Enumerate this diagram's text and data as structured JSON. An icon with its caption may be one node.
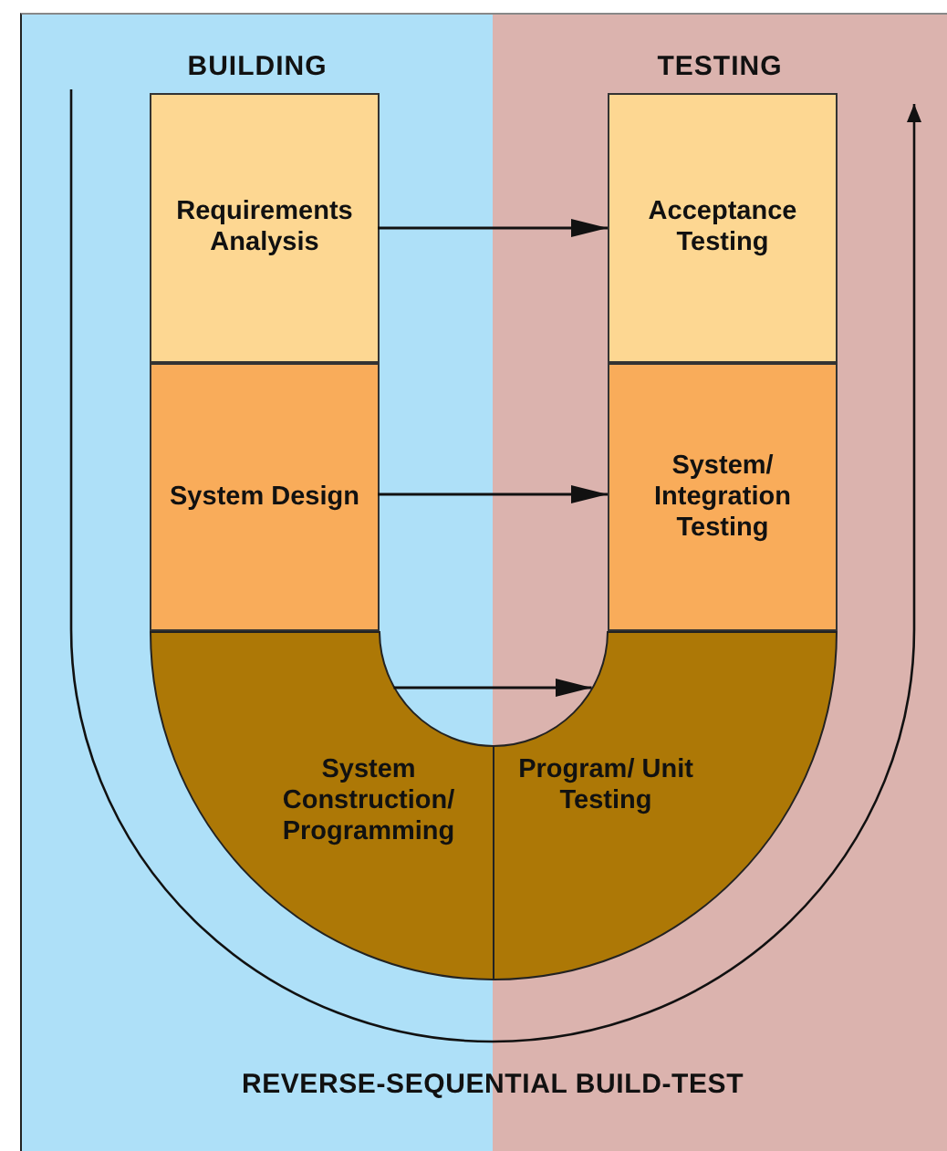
{
  "diagram": {
    "nodes": [
      {
        "text": [
          "BUILDING"
        ]
      },
      {
        "text": [
          "Requirements Analysis"
        ],
        "in": 0
      },
      {
        "text": [
          "System Design"
        ],
        "in": 0
      },
      {
        "text": [
          "System Construction/ Programming"
        ],
        "in": 0
      },
      {
        "text": [
          "TESTING"
        ]
      },
      {
        "text": [
          "Acceptance Testing"
        ],
        "in": 4
      },
      {
        "text": [
          "System/ Integration Testing"
        ],
        "in": 4
      },
      {
        "text": [
          "Program/ Unit Testing"
        ],
        "in": 4
      }
    ],
    "edges": [
      {
        "from": 1,
        "to": 5,
        "arrow": "to"
      },
      {
        "from": 2,
        "to": 6,
        "arrow": "to"
      },
      {
        "from": 3,
        "to": 7,
        "arrow": "to"
      }
    ],
    "labels": [
      "REVERSE-SEQUENTIAL BUILD-TEST"
    ]
  }
}
